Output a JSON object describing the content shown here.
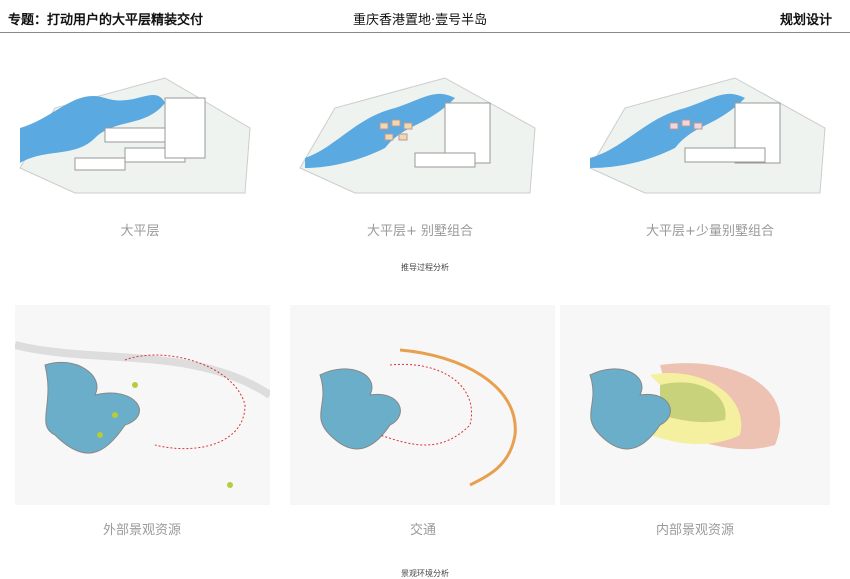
{
  "header": {
    "topic": "专题：打动用户的大平层精装交付",
    "project": "重庆香港置地·壹号半岛",
    "section": "规划设计"
  },
  "top_row": {
    "captions": [
      "大平层",
      "大平层+ 别墅组合",
      "大平层+少量别墅组合"
    ],
    "subtitle": "推导过程分析"
  },
  "bottom_row": {
    "captions": [
      "外部景观资源",
      "交通",
      "内部景观资源"
    ],
    "subtitle": "景观环境分析"
  },
  "colors": {
    "water": "#5aa9e0",
    "lake": "#6aaec9",
    "route": "#e8a050",
    "zone_green": "#c8d27a",
    "zone_pink": "#eab4a0"
  }
}
